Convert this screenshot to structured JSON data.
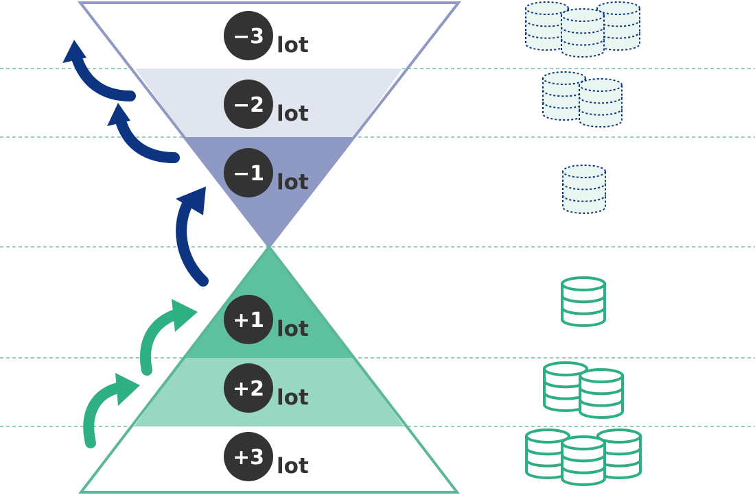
{
  "levels": [
    {
      "sign": "−3",
      "unit": "lot",
      "coins": 3,
      "kind": "negative"
    },
    {
      "sign": "−2",
      "unit": "lot",
      "coins": 2,
      "kind": "negative"
    },
    {
      "sign": "−1",
      "unit": "lot",
      "coins": 1,
      "kind": "negative"
    },
    {
      "sign": "+1",
      "unit": "lot",
      "coins": 1,
      "kind": "positive"
    },
    {
      "sign": "+2",
      "unit": "lot",
      "coins": 2,
      "kind": "positive"
    },
    {
      "sign": "+3",
      "unit": "lot",
      "coins": 3,
      "kind": "positive"
    }
  ],
  "colors": {
    "negative_outline": "#8e9ac4",
    "negative_light": "#e1e5f0",
    "negative_mid": "#8e9ac4",
    "positive_mid": "#5dc09f",
    "positive_light": "#98d7c2",
    "positive_outline": "#5ab897",
    "dash_line": "#6fbfaa",
    "badge": "#333333",
    "arrow_negative": "#0c3480",
    "arrow_positive": "#2eb082",
    "coin_negative_stroke": "#0c3480",
    "coin_negative_fill": "#eaf6f2",
    "coin_positive_stroke": "#2eaf82",
    "coin_positive_fill": "#ffffff"
  }
}
